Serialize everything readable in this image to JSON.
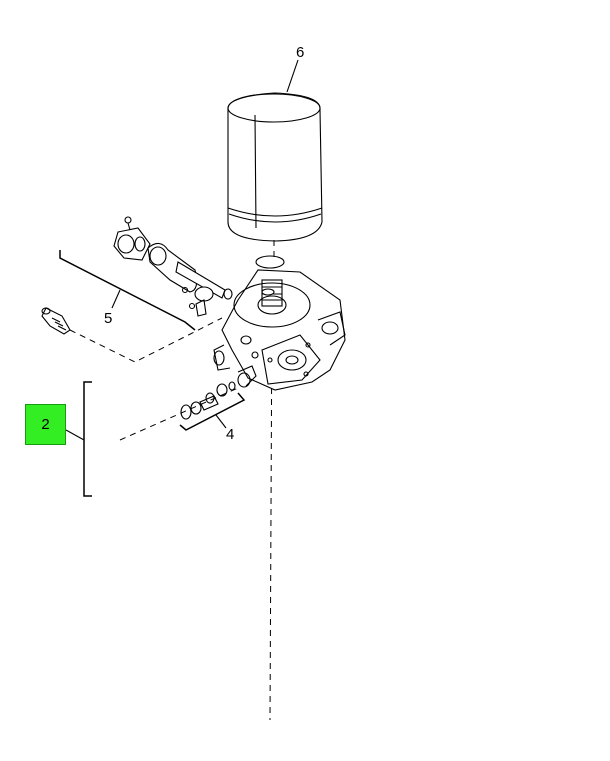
{
  "diagram": {
    "callouts": {
      "c6": "6",
      "c5": "5",
      "c4": "4",
      "c2": "2"
    },
    "colors": {
      "highlight": "#33ee22",
      "line": "#000000",
      "background": "#ffffff"
    }
  }
}
